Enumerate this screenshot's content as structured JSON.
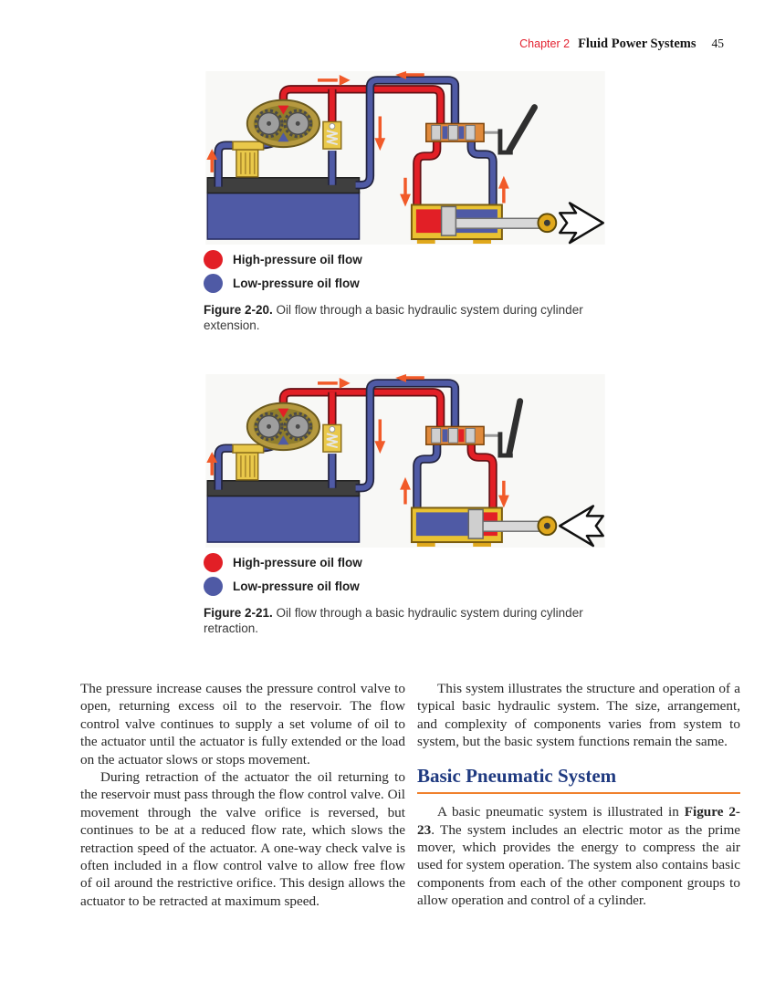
{
  "header": {
    "chapter": "Chapter 2",
    "title": "Fluid Power Systems",
    "page_number": "45"
  },
  "figures": [
    {
      "caption_label": "Figure 2-20.",
      "caption_text": "Oil flow through a basic hydraulic system during cylinder extension.",
      "variant": "extension",
      "legend": [
        {
          "label": "High-pressure oil flow"
        },
        {
          "label": "Low-pressure oil flow"
        }
      ]
    },
    {
      "caption_label": "Figure 2-21.",
      "caption_text": "Oil flow through a basic hydraulic system during cylinder retraction.",
      "variant": "retraction",
      "legend": [
        {
          "label": "High-pressure oil flow"
        },
        {
          "label": "Low-pressure oil flow"
        }
      ]
    }
  ],
  "body": {
    "left_column": [
      "The pressure increase causes the pressure control valve to open, returning excess oil to the reservoir. The flow control valve continues to supply a set volume of oil to the actuator until the actuator is fully extended or the load on the actuator slows or stops movement.",
      "During retraction of the actuator the oil returning to the reservoir must pass through the flow control valve. Oil movement through the valve orifice is reversed, but continues to be at a reduced flow rate, which slows the retraction speed of the actuator. A one-way check valve is often included in a flow control valve to allow free flow of oil around the restrictive orifice. This design allows the actuator to be retracted at maximum speed."
    ],
    "right_column_para": "This system illustrates the structure and operation of a typical basic hydraulic system. The size, arrangement, and complexity of components varies from system to system, but the basic system functions remain the same.",
    "section_heading": "Basic Pneumatic System",
    "pneumatic": {
      "before_bold": "A basic pneumatic system is illustrated in ",
      "bold": "Figure 2-23",
      "after_bold": ". The system includes an electric motor as the prime mover, which provides the energy to compress the air used for system operation. The system also contains basic components from each of the other component groups to allow operation and control of a cylinder."
    }
  },
  "colors": {
    "chapter_red": "#e32230",
    "heading_blue": "#1f3a80",
    "rule_orange": "#f0812d",
    "high_pressure_red": "#e21f26",
    "low_pressure_blue": "#4f5aa5",
    "arrow_orange": "#f15a29",
    "pump_gold": "#b5993f",
    "valve_body_orange": "#e08a3c",
    "component_yellow": "#e9c84a",
    "reservoir_top_gray": "#3f3f3f",
    "cylinder_yellow": "#e9c231",
    "metal_silver": "#cfcfcf"
  }
}
